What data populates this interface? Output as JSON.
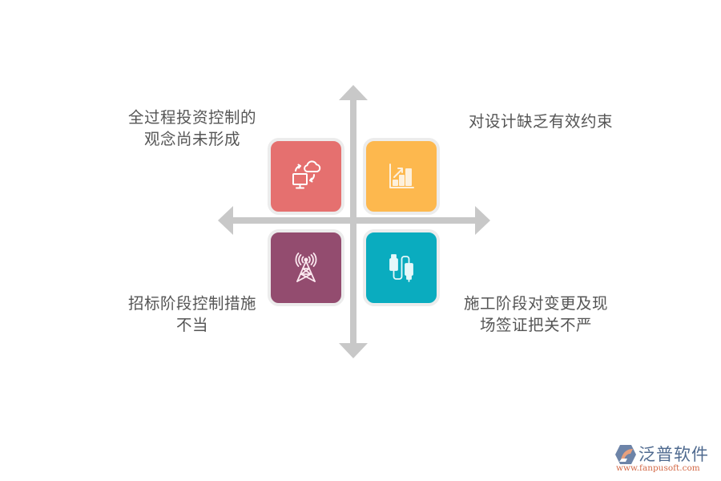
{
  "diagram": {
    "type": "quadrant",
    "axis_color": "#c8c8c8",
    "quadrants": [
      {
        "position": "top-left",
        "label_lines": [
          "全过程投资控制的",
          "观念尚未形成"
        ],
        "icon": "computer-cloud-sync-icon",
        "color": "#e5706f"
      },
      {
        "position": "top-right",
        "label_lines": [
          "对设计缺乏有效约束"
        ],
        "icon": "bar-chart-growth-icon",
        "color": "#fdb84e"
      },
      {
        "position": "bottom-left",
        "label_lines": [
          "招标阶段控制措施",
          "不当"
        ],
        "icon": "signal-tower-icon",
        "color": "#934c6f"
      },
      {
        "position": "bottom-right",
        "label_lines": [
          "施工阶段对变更及现",
          "场签证把关不严"
        ],
        "icon": "usb-cable-icon",
        "color": "#0aacbf"
      }
    ]
  },
  "logo": {
    "name": "泛普软件",
    "url": "www.fanpusoft.com"
  }
}
